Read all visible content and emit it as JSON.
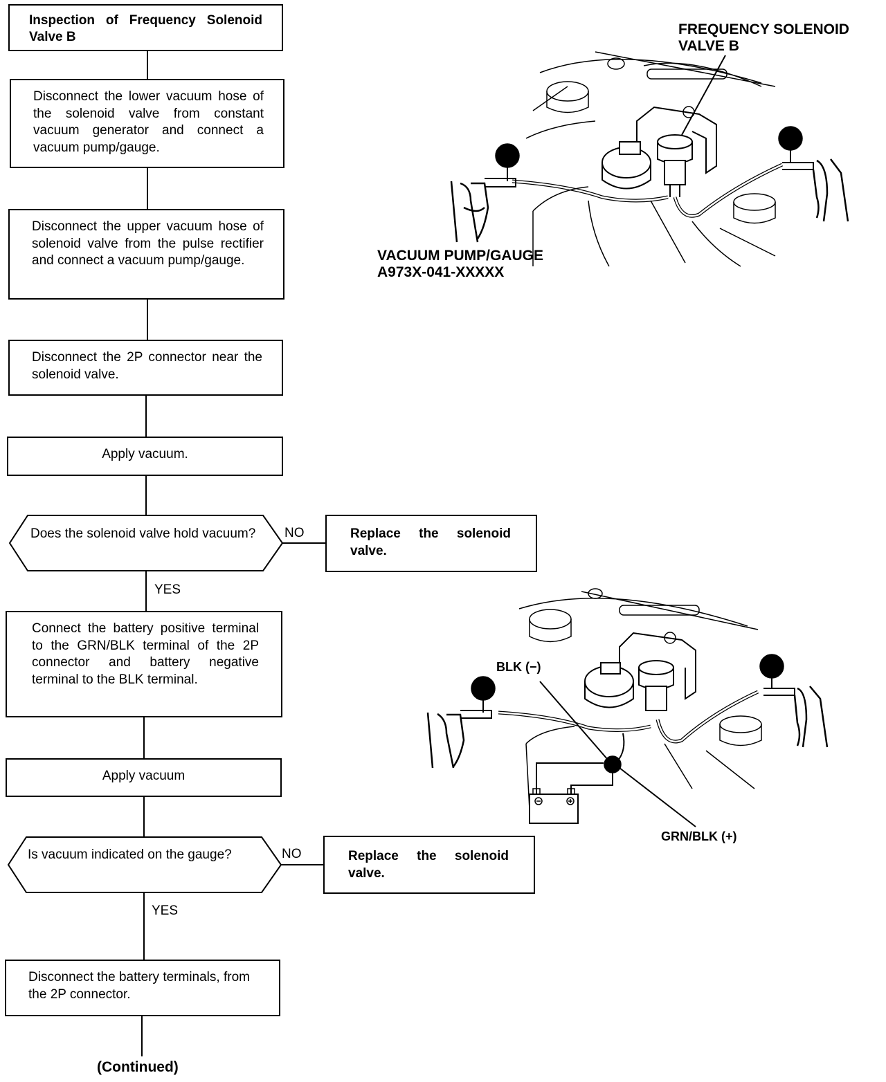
{
  "flow": {
    "title": "Inspection of Frequency Solenoid Valve B",
    "step1": "Disconnect the lower vacuum hose of the solenoid valve from constant vacuum generator and connect a vacuum pump/gauge.",
    "step2": "Disconnect the upper vacuum hose of solenoid valve from the pulse rectifier and connect a vacuum pump/gauge.",
    "step3": "Disconnect the 2P connector near the solenoid valve.",
    "step4": "Apply vacuum.",
    "decision1": "Does the solenoid valve hold vacuum?",
    "decision1_no": "NO",
    "decision1_yes": "YES",
    "decision1_action": "Replace the solenoid valve.",
    "step5": "Connect the battery positive terminal to the GRN/BLK terminal of the 2P connector and battery negative terminal to the BLK terminal.",
    "step6": "Apply vacuum",
    "decision2": "Is vacuum indicated on the gauge?",
    "decision2_no": "NO",
    "decision2_yes": "YES",
    "decision2_action": "Replace the solenoid valve.",
    "step7": "Disconnect the battery terminals, from the 2P connector.",
    "continued": "(Continued)"
  },
  "illustration1": {
    "valve_label_line1": "FREQUENCY SOLENOID",
    "valve_label_line2": "VALVE B",
    "pump_label_line1": "VACUUM PUMP/GAUGE",
    "pump_label_line2": "A973X-041-XXXXX"
  },
  "illustration2": {
    "blk_label": "BLK (−)",
    "grn_label": "GRN/BLK (+)"
  }
}
